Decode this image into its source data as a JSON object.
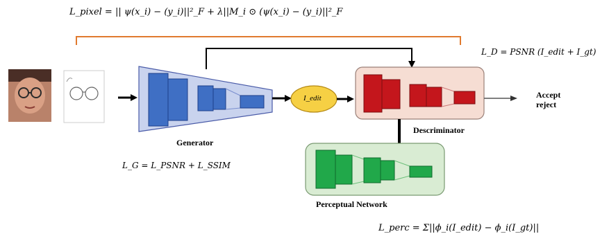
{
  "equations": {
    "pixel_loss": "L_pixel = || ψ(x_i) − (y_i)||²_F + λ||M_i ⊙ (ψ(x_i) − (y_i)||²_F",
    "discriminator_loss": "L_D = PSNR (I_edit + I_gt)",
    "generator_loss": "L_G = L_PSNR + L_SSIM",
    "perceptual_loss": "L_perc = Σ||ϕ_i(I_edit) − ϕ_i(I_gt)||"
  },
  "labels": {
    "generator": "Generator",
    "discriminator": "Descriminator",
    "perceptual": "Perceptual Network",
    "edit_node": "I_edit",
    "output": "Accept\nreject"
  },
  "colors": {
    "generator_bg": "#c9d3ee",
    "generator_block": "#3f6fc4",
    "discriminator_bg": "#f6ddd3",
    "discriminator_block": "#c4161c",
    "perceptual_bg": "#d9ecd3",
    "perceptual_block": "#21a84a",
    "edit_node": "#f6d044",
    "bracket": "#e07a2e"
  }
}
